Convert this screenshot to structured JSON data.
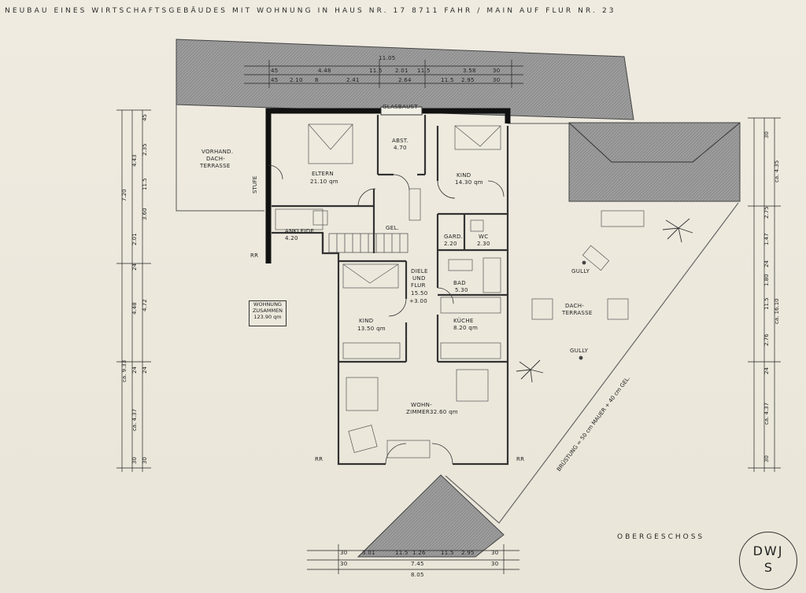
{
  "header": {
    "title": "NEUBAU EINES WIRTSCHAFTSGEBÄUDES MIT WOHNUNG  IN HAUS NR. 17  8711 FAHR / MAIN AUF FLUR NR. 23"
  },
  "floor_label": "OBERGESCHOSS",
  "seal": {
    "line1": "DWJ",
    "line2": "S"
  },
  "summary": {
    "line1": "WOHNUNG",
    "line2": "ZUSAMMEN",
    "line3": "123.90 qm"
  },
  "rooms": {
    "eltern": {
      "name": "ELTERN",
      "area": "21.10 qm"
    },
    "abst": {
      "name": "ABST.",
      "area": "4.70"
    },
    "kind_top": {
      "name": "KIND",
      "area": "14.30 qm"
    },
    "ankleide": {
      "name": "ANKLEIDE",
      "area": "4.20"
    },
    "gard": {
      "name": "GARD.",
      "area": "2.20"
    },
    "wc": {
      "name": "WC",
      "area": "2.30"
    },
    "diele": {
      "line1": "DIELE",
      "line2": "UND",
      "line3": "FLUR",
      "area": "15.50"
    },
    "bad": {
      "name": "BAD",
      "area": "5.30"
    },
    "kind_low": {
      "name": "KIND",
      "area": "13.50 qm"
    },
    "kueche": {
      "name": "KÜCHE",
      "area": "8.20 qm"
    },
    "wohn": {
      "line1": "WOHN-",
      "line2": "ZIMMER",
      "area": "32.60 qm"
    }
  },
  "labels": {
    "glasbaust": "GLASBAUST",
    "vorhand_1": "VORHAND.",
    "vorhand_2": "DACH-",
    "vorhand_3": "TERRASSE",
    "stufe": "STUFE",
    "gel": "GEL.",
    "level": "+3.00",
    "rr": "RR",
    "gully": "GULLY",
    "dach_1": "DACH-",
    "dach_2": "TERRASSE",
    "bruestung": "BRÜSTUNG = 50 cm MAUER + 40 cm GEL."
  },
  "dims_top": {
    "total": "11.05",
    "r2": [
      "45",
      "4.48",
      "11.5",
      "2.01",
      "11.5",
      "3.58",
      "30"
    ],
    "r3": [
      "45",
      "2.10",
      "8",
      "2.41",
      "2.64",
      "11.5",
      "2.95",
      "30"
    ]
  },
  "dims_bottom": {
    "r1": [
      "30",
      "3.01",
      "11.5",
      "1.26",
      "11.5",
      "2.95",
      "30"
    ],
    "r2": [
      "30",
      "7.45",
      "30"
    ],
    "total": "8.05"
  },
  "dims_left": [
    "45",
    "4.43",
    "2.35",
    "11.5",
    "7.20",
    "3.60",
    "2.01",
    "24",
    "4.48",
    "4.72",
    "24",
    "ca. 9.33",
    "24",
    "ca. 4.37",
    "30",
    "30"
  ],
  "dims_right": [
    "30",
    "ca. 4.35",
    "2.75",
    "1.47",
    "24",
    "1.80",
    "11.5",
    "ca. 16.10",
    "2.76",
    "24",
    "ca. 4.37",
    "30"
  ]
}
